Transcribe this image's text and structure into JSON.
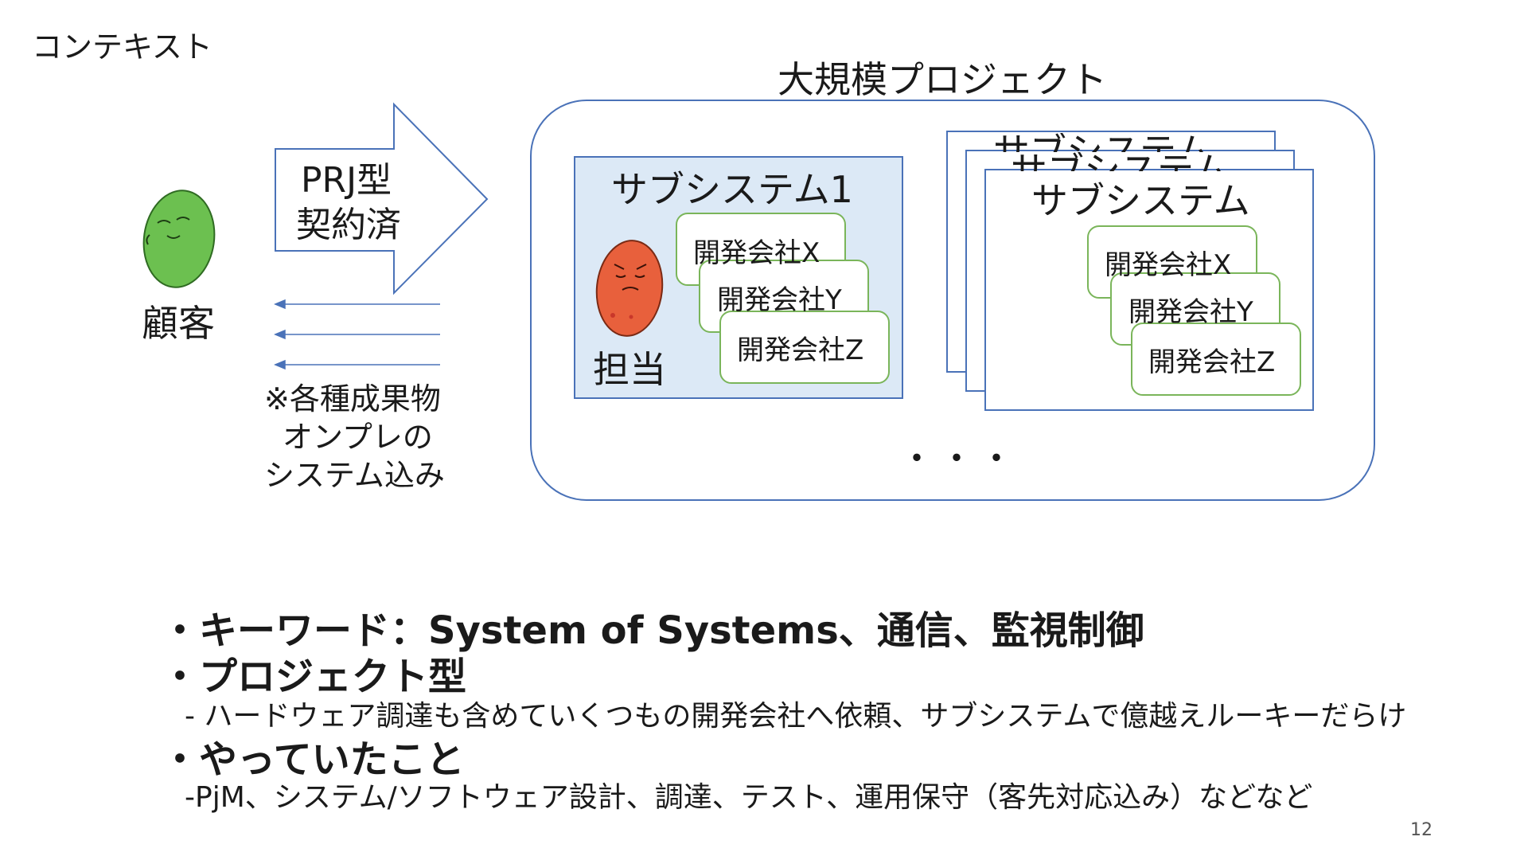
{
  "slide": {
    "heading": "コンテキスト",
    "page_number": "12"
  },
  "customer": {
    "label": "顧客",
    "contract_arrow": {
      "line1": "PRJ型",
      "line2": "契約済"
    },
    "deliverables_note": {
      "line1": "※各種成果物",
      "line2": "オンプレの",
      "line3": "システム込み"
    }
  },
  "project": {
    "title": "大規模プロジェクト",
    "subsystem1": {
      "title": "サブシステム1",
      "person_label": "担当",
      "vendors": [
        "開発会社X",
        "開発会社Y",
        "開発会社Z"
      ]
    },
    "subsystem_stack": {
      "back_title_1": "サブシステム",
      "back_title_2": "サブシステム",
      "front_title": "サブシステム",
      "vendors": [
        "開発会社X",
        "開発会社Y",
        "開発会社Z"
      ]
    },
    "ellipsis": "・・・"
  },
  "bullets": [
    {
      "marker": "・",
      "text": "キーワード：System of Systems、通信、監視制御",
      "sub": ""
    },
    {
      "marker": "・",
      "text": "プロジェクト型",
      "sub": "- ハードウェア調達も含めていくつもの開発会社へ依頼、サブシステムで億越えルーキーだらけ"
    },
    {
      "marker": "・",
      "text": "やっていたこと",
      "sub": "-PjM、システム/ソフトウェア設計、調達、テスト、運用保守（客先対応込み）などなど"
    }
  ],
  "colors": {
    "frame_blue": "#4a72b8",
    "subsystem_fill": "#dce9f6",
    "vendor_border": "#7ab55a",
    "customer_green": "#6cc050",
    "person_red": "#e8603c",
    "arrow_blue": "#4a72b8"
  },
  "icons": {
    "customer": "green-blob-character-icon",
    "person": "red-blob-character-icon"
  }
}
